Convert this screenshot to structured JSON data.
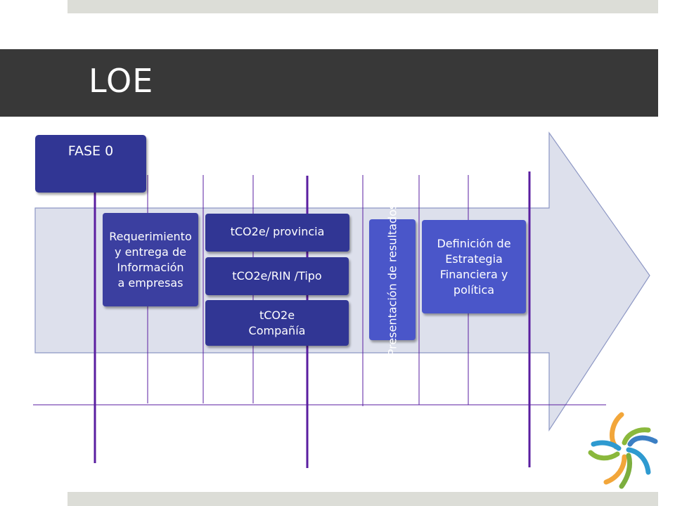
{
  "slide": {
    "title": "LOE"
  },
  "phase": {
    "label": "FASE 0"
  },
  "boxes": {
    "requerimiento": "Requerimiento\ny entrega de\nInformación\na empresas",
    "provincia": "tCO2e/ provincia",
    "rin_tipo": "tCO2e/RIN /Tipo",
    "compania": "tCO2e\nCompañía",
    "presentacion": "Presentación\nde resultados",
    "definicion": "Definición de\nEstrategia\nFinanciera y\npolítica"
  },
  "colors": {
    "title_bar": "#383838",
    "strip": "#dcddd7",
    "arrow_fill": "#dde0ec",
    "box_dark": "#313694",
    "box_light": "#4a56c9",
    "line": "#5a1ea0"
  },
  "logo": {
    "icon": "pinwheel-logo-icon"
  }
}
